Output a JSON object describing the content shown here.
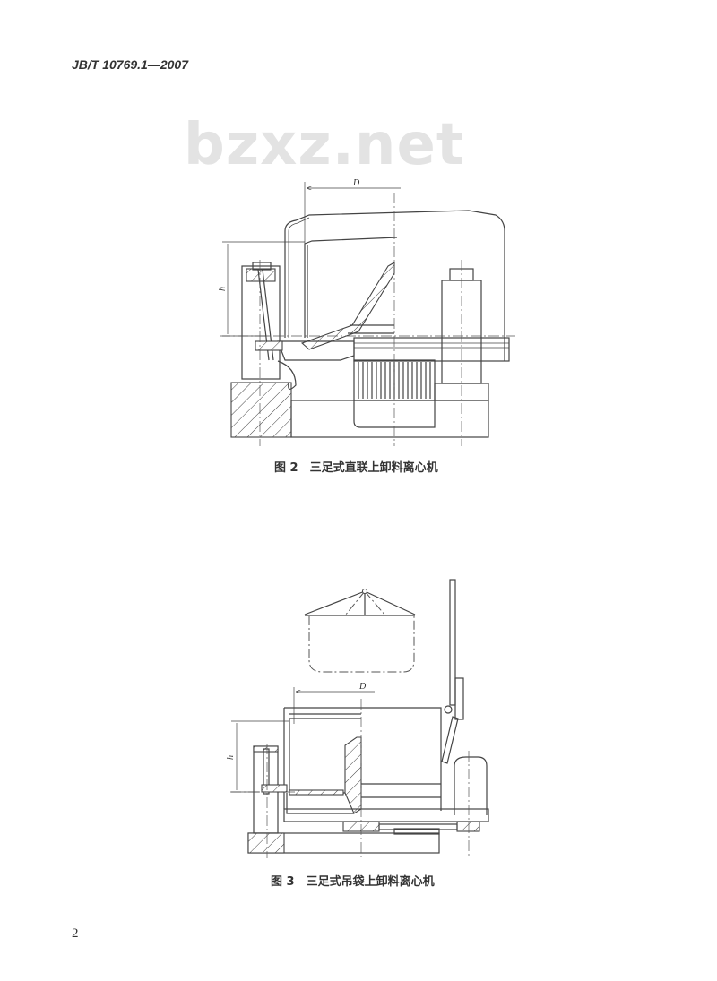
{
  "header": {
    "standard_number": "JB/T 10769.1—2007"
  },
  "watermark": "bzxz.net",
  "figures": [
    {
      "caption": "图 2　三足式直联上卸料离心机",
      "dimension_labels": {
        "diameter": "D",
        "height": "h"
      }
    },
    {
      "caption": "图 3　三足式吊袋上卸料离心机",
      "dimension_labels": {
        "diameter": "D",
        "height": "h"
      }
    }
  ],
  "footer": {
    "page_number": "2"
  }
}
